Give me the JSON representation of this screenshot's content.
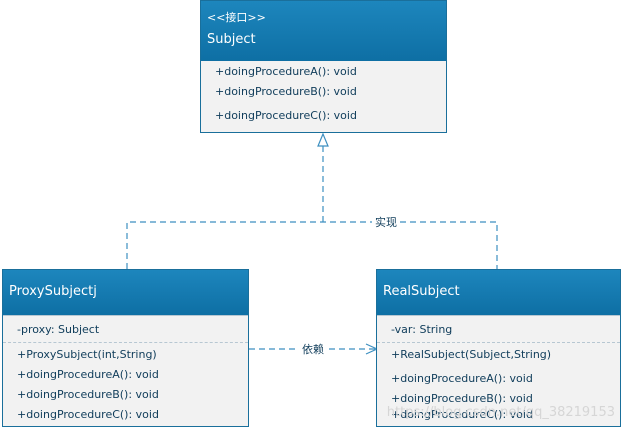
{
  "subject": {
    "stereotype": "<<接口>>",
    "name": "Subject",
    "methods": [
      "+doingProcedureA(): void",
      "+doingProcedureB(): void",
      "+doingProcedureC(): void"
    ]
  },
  "proxy": {
    "name": "ProxySubjectj",
    "attributes": [
      "-proxy: Subject"
    ],
    "methods": [
      "+ProxySubject(int,String)",
      "+doingProcedureA(): void",
      "+doingProcedureB(): void",
      "+doingProcedureC(): void"
    ]
  },
  "real": {
    "name": "RealSubject",
    "attributes": [
      "-var: String"
    ],
    "methods": [
      "+RealSubject(Subject,String)",
      "+doingProcedureA(): void",
      "+doingProcedureB(): void",
      "+doingProcedureC(): void"
    ]
  },
  "relations": {
    "realization_label": "实现",
    "dependency_label": "依赖"
  },
  "watermark": "https://blog.csdn.net/qq_38219153",
  "colors": {
    "header": "#0e6fa4",
    "border": "#1a6f9b",
    "body": "#f2f2f2",
    "connector": "#3d8fc0"
  }
}
